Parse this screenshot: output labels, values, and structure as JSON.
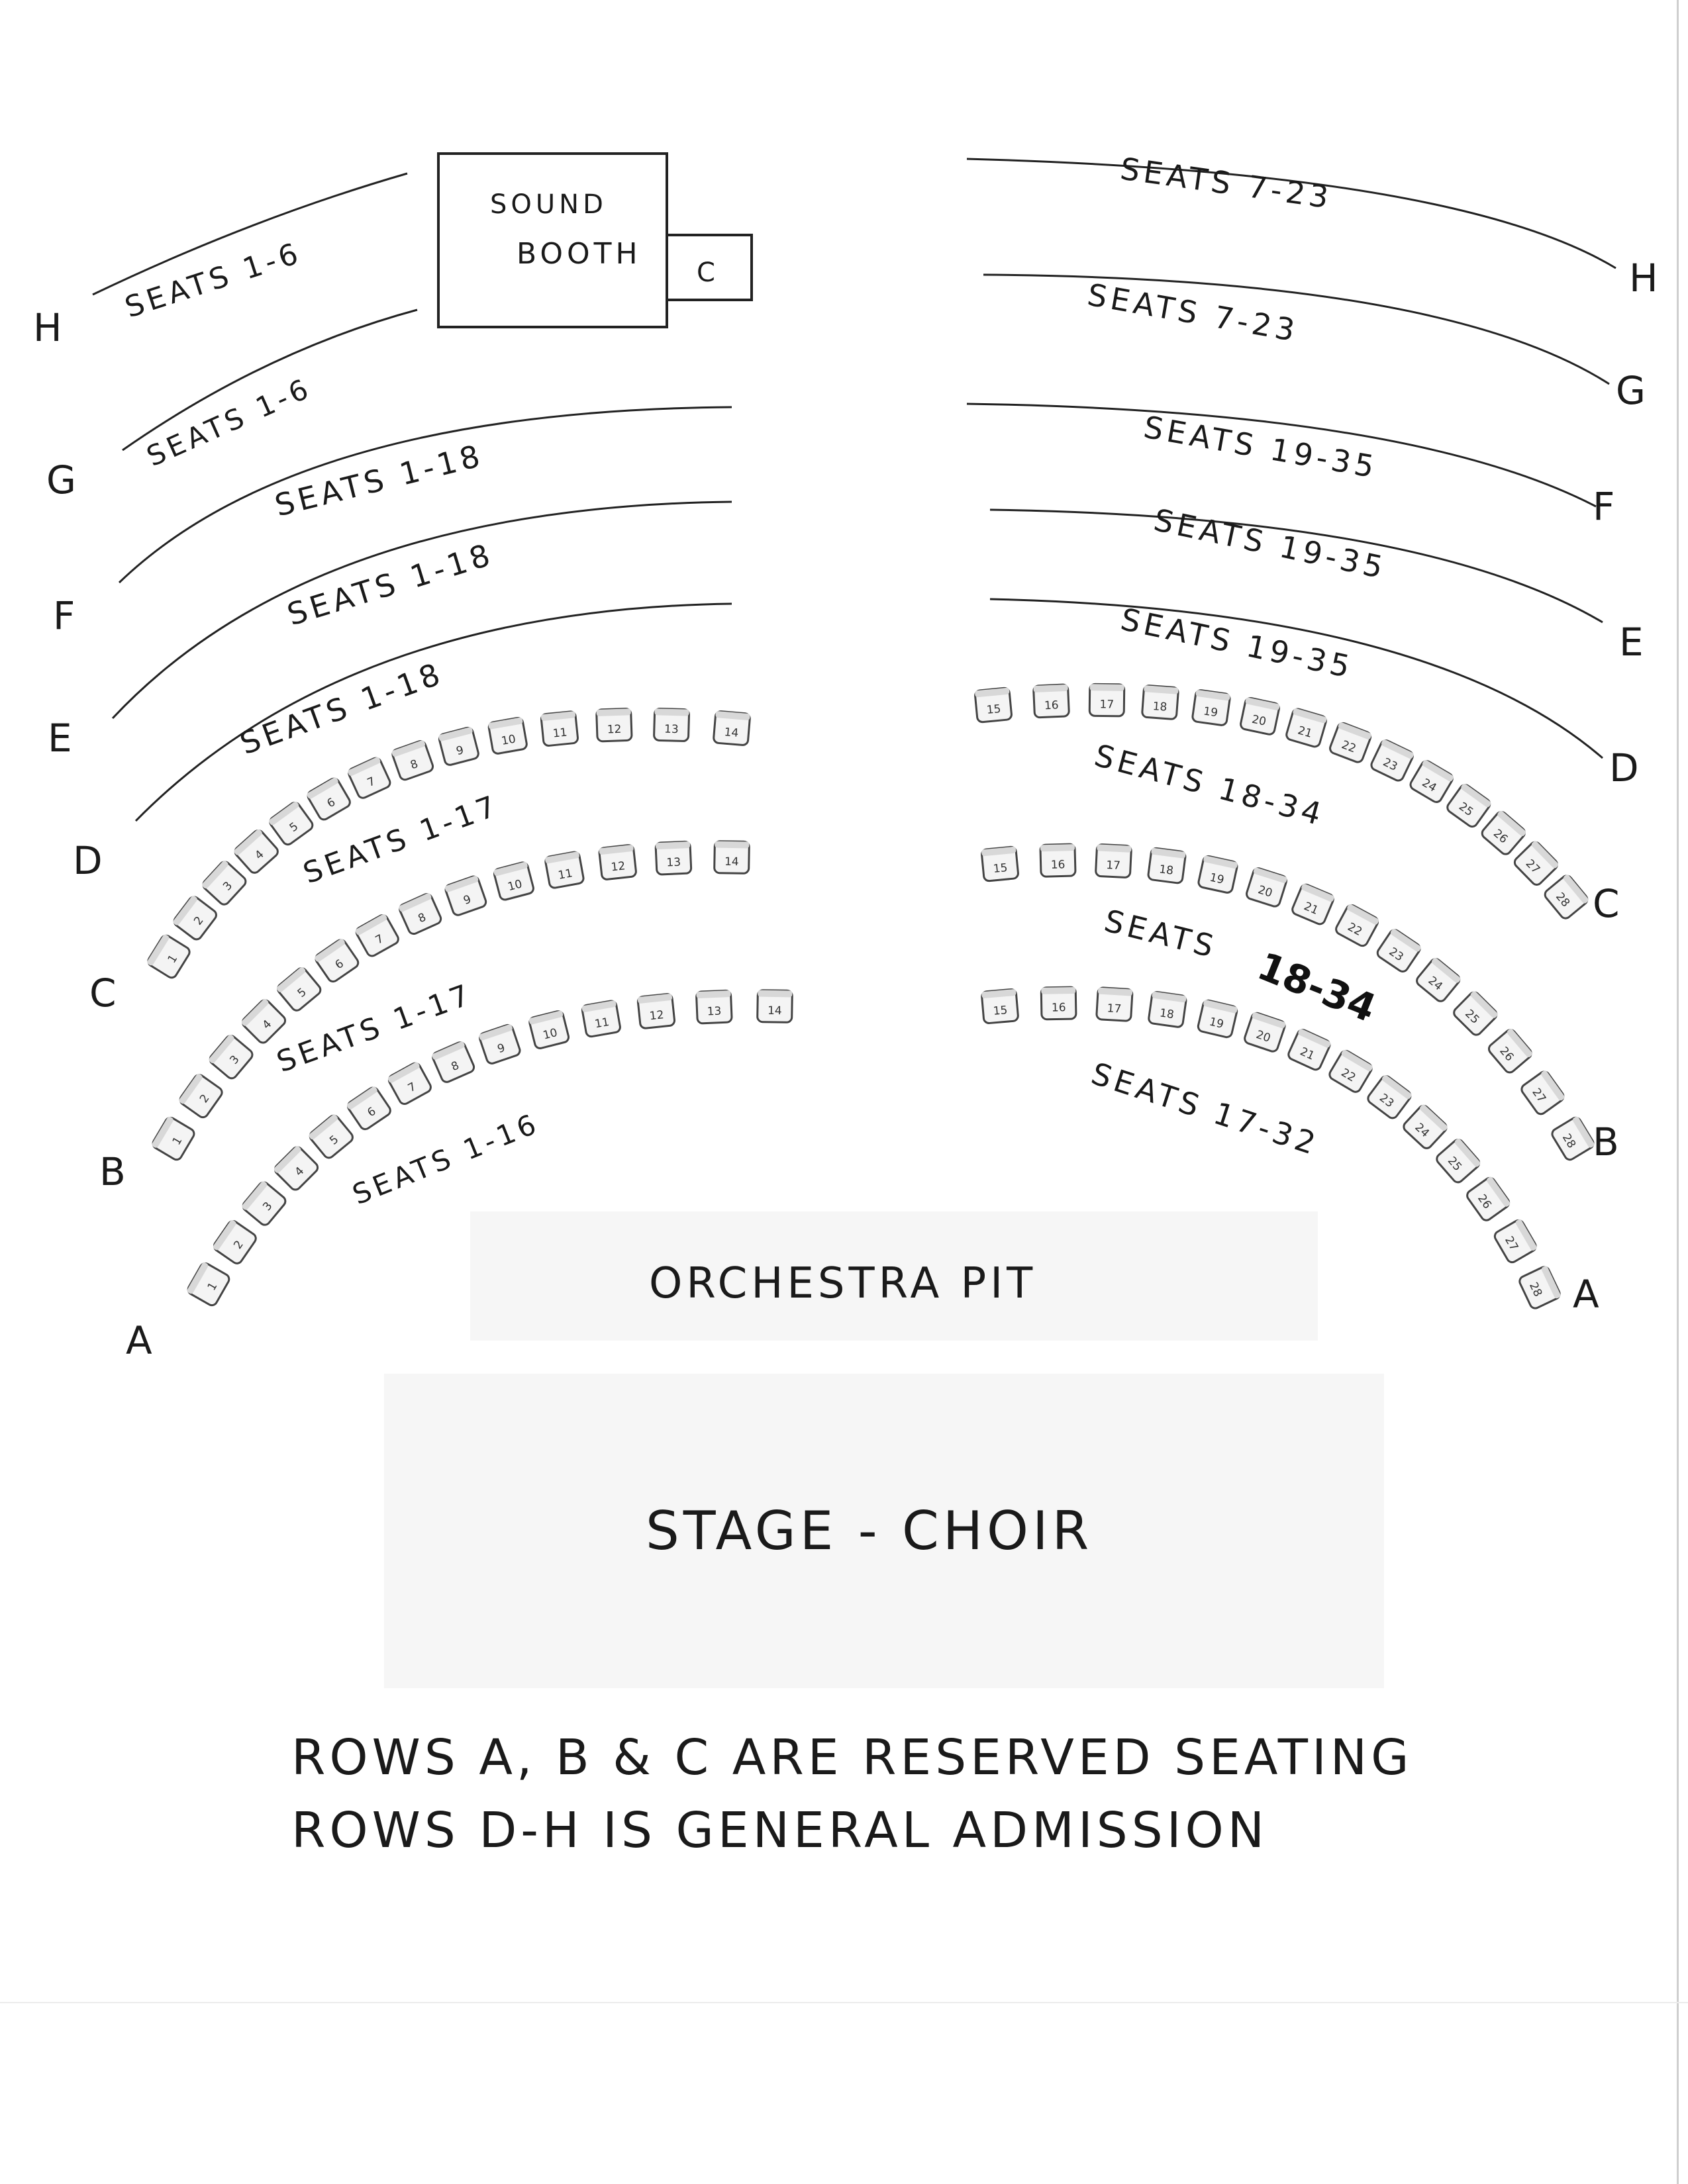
{
  "sound_booth": {
    "line1": "SOUND",
    "line2": "BOOTH",
    "closet": "C"
  },
  "rows": {
    "H": {
      "left": "SEATS 1-6",
      "right": "SEATS 7-23"
    },
    "G": {
      "left": "SEATS 1-6",
      "right": "SEATS 7-23"
    },
    "F": {
      "left": "SEATS 1-18",
      "right": "SEATS 19-35"
    },
    "E": {
      "left": "SEATS 1-18",
      "right": "SEATS 19-35"
    },
    "D": {
      "left": "SEATS 1-18",
      "right": "SEATS 19-35"
    },
    "C": {
      "left": "SEATS 1-17",
      "right": "SEATS 18-34"
    },
    "B": {
      "left": "SEATS 1-17",
      "right_part1": "SEATS",
      "right_part2": "18-34"
    },
    "A": {
      "left": "SEATS 1-16",
      "right": "SEATS 17-32"
    }
  },
  "seat_sections": {
    "left_numbers": [
      1,
      2,
      3,
      4,
      5,
      6,
      7,
      8,
      9,
      10,
      11,
      12,
      13,
      14
    ],
    "right_numbers": [
      15,
      16,
      17,
      18,
      19,
      20,
      21,
      22,
      23,
      24,
      25,
      26,
      27,
      28
    ]
  },
  "orchestra_pit": "ORCHESTRA PIT",
  "stage": "STAGE - CHOIR",
  "notes": [
    "ROWS A, B & C ARE RESERVED SEATING",
    "ROWS D-H IS GENERAL ADMISSION"
  ]
}
